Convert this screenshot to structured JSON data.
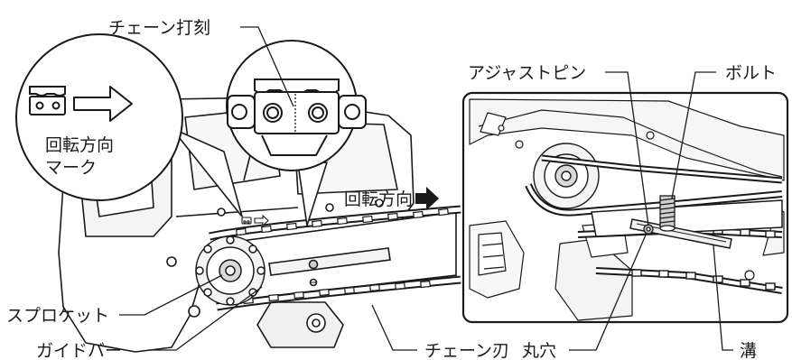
{
  "labels": {
    "chain_mark": "チェーン打刻",
    "rotation_mark_line1": "回転方向",
    "rotation_mark_line2": "マーク",
    "rotation_direction": "回転方向",
    "adjust_pin": "アジャストピン",
    "bolt": "ボルト",
    "sprocket": "スプロケット",
    "guide_bar": "ガイドバー",
    "chain_blade": "チェーン刃",
    "round_hole": "丸穴",
    "groove": "溝"
  },
  "colors": {
    "line": "#1a1a1a",
    "fill_light": "#f2f2f2",
    "fill_mid": "#d9d9d9",
    "background": "#ffffff"
  },
  "icons": {
    "rotation_arrow": "right-arrow-icon",
    "chain_link": "chain-link-icon"
  }
}
